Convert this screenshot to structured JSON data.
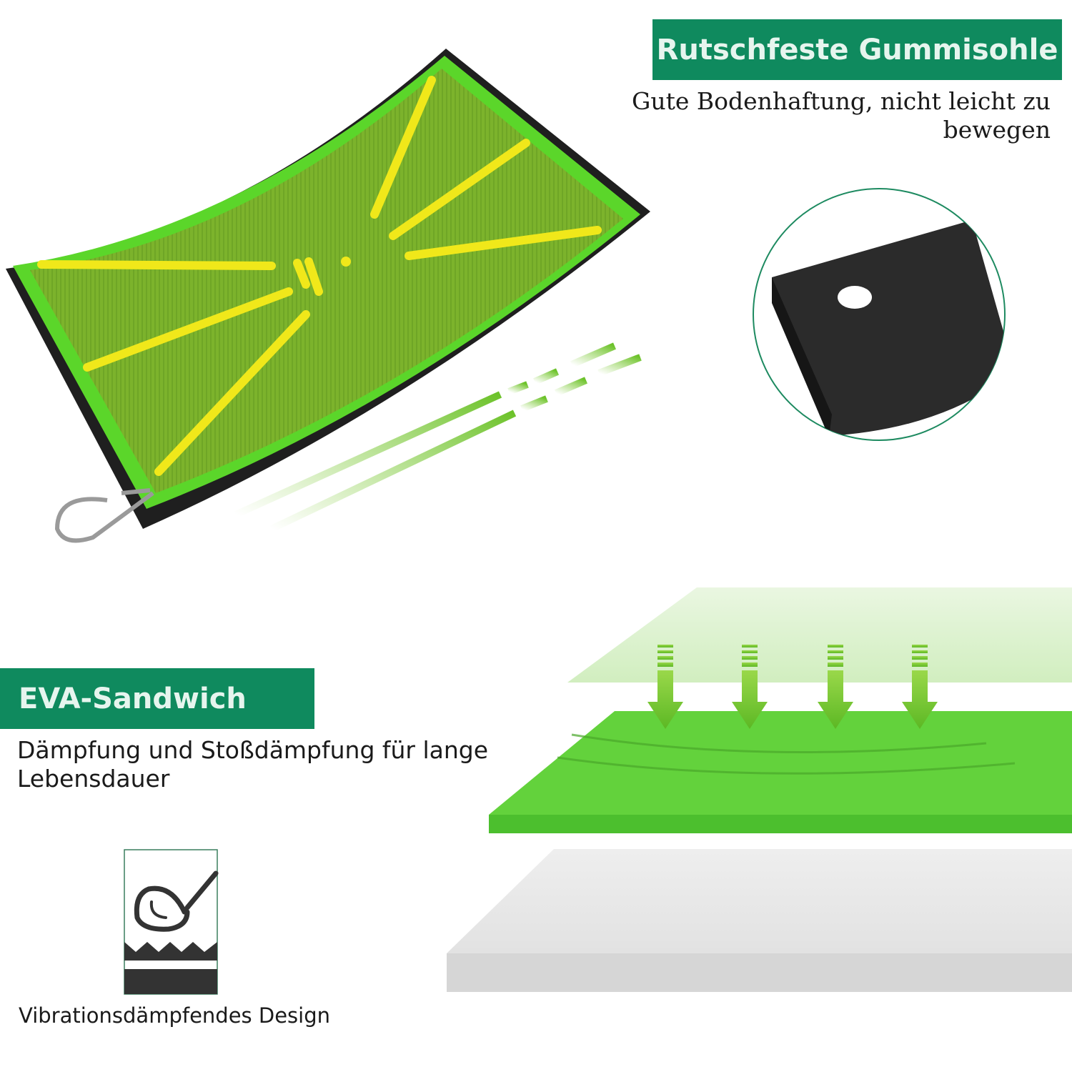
{
  "features": {
    "sole": {
      "title": "Rutschfeste Gummisohle",
      "description": "Gute Bodenhaftung, nicht leicht zu bewegen"
    },
    "eva": {
      "title": "EVA-Sandwich",
      "description": "Dämpfung und Stoßdämpfung für lange Lebensdauer"
    },
    "vibration": {
      "caption": "Vibrationsdämpfendes Design"
    }
  },
  "colors": {
    "banner": "#0f8a5e",
    "mat_green": "#7ab52a",
    "border_green": "#5bd62a",
    "line_yellow": "#f0e81a",
    "eva_green": "#5ccf3a",
    "rubber_black": "#2b2b2b"
  },
  "icons": [
    "golf-club-icon",
    "shock-absorb-icon",
    "arrow-down-icon",
    "carabiner-icon"
  ]
}
